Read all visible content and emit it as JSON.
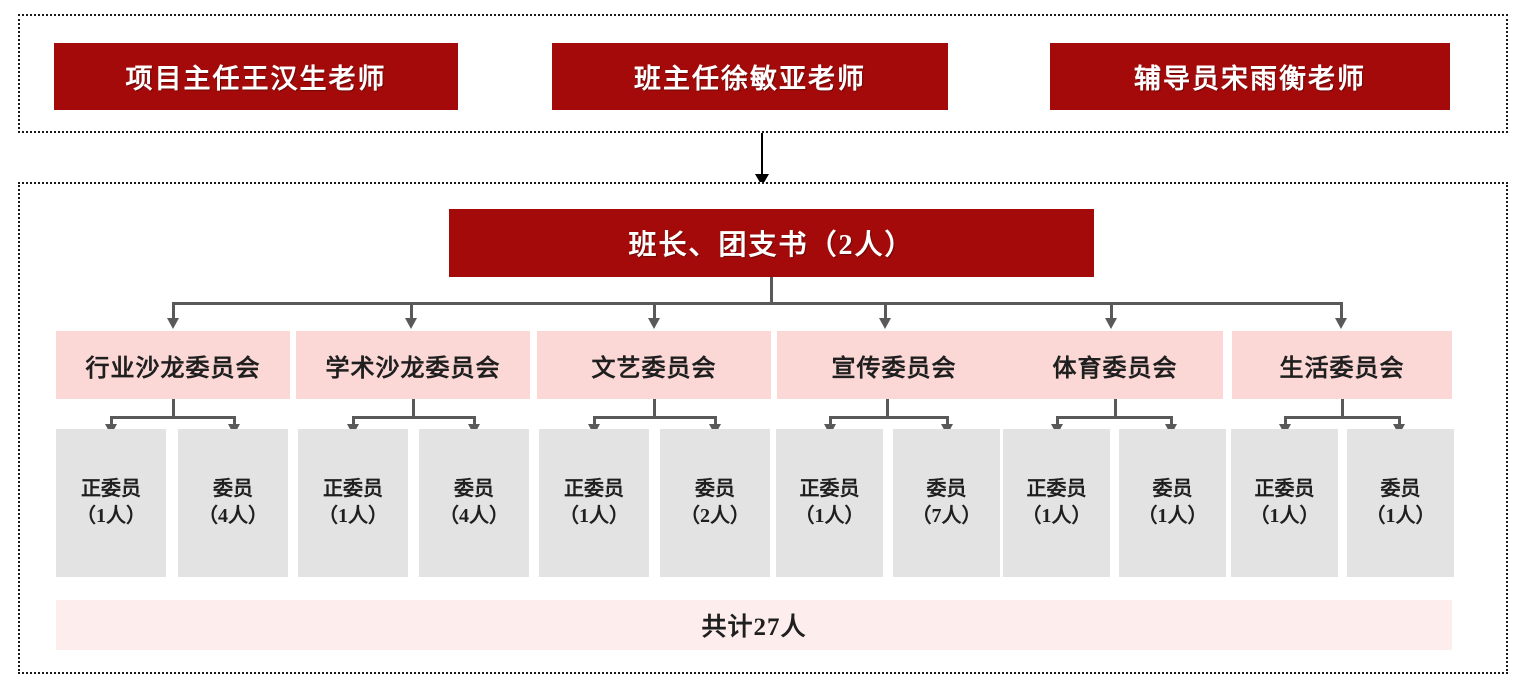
{
  "diagram": {
    "title_hidden": "",
    "colors": {
      "primary_red": "#A50A0A",
      "committee_pink": "#FBD8D6",
      "member_gray": "#E3E3E3",
      "total_pink": "#FDEEED",
      "connector_gray": "#595959",
      "border_black": "#1a1a1a"
    }
  },
  "staff_group": {
    "boxes": [
      {
        "label": "项目主任王汉生老师"
      },
      {
        "label": "班主任徐敏亚老师"
      },
      {
        "label": "辅导员宋雨衡老师"
      }
    ]
  },
  "class_group": {
    "head": {
      "label": "班长、团支书（2人）",
      "count": 2
    },
    "committees": [
      {
        "label": "行业沙龙委员会",
        "members": [
          {
            "role": "正委员",
            "count_label": "（1人）",
            "count": 1
          },
          {
            "role": "委员",
            "count_label": "（4人）",
            "count": 4
          }
        ]
      },
      {
        "label": "学术沙龙委员会",
        "members": [
          {
            "role": "正委员",
            "count_label": "（1人）",
            "count": 1
          },
          {
            "role": "委员",
            "count_label": "（4人）",
            "count": 4
          }
        ]
      },
      {
        "label": "文艺委员会",
        "members": [
          {
            "role": "正委员",
            "count_label": "（1人）",
            "count": 1
          },
          {
            "role": "委员",
            "count_label": "（2人）",
            "count": 2
          }
        ]
      },
      {
        "label": "宣传委员会",
        "members": [
          {
            "role": "正委员",
            "count_label": "（1人）",
            "count": 1
          },
          {
            "role": "委员",
            "count_label": "（7人）",
            "count": 7
          }
        ]
      },
      {
        "label": "体育委员会",
        "members": [
          {
            "role": "正委员",
            "count_label": "（1人）",
            "count": 1
          },
          {
            "role": "委员",
            "count_label": "（1人）",
            "count": 1
          }
        ]
      },
      {
        "label": "生活委员会",
        "members": [
          {
            "role": "正委员",
            "count_label": "（1人）",
            "count": 1
          },
          {
            "role": "委员",
            "count_label": "（1人）",
            "count": 1
          }
        ]
      }
    ],
    "total": {
      "label": "共计27人",
      "count": 27
    }
  }
}
